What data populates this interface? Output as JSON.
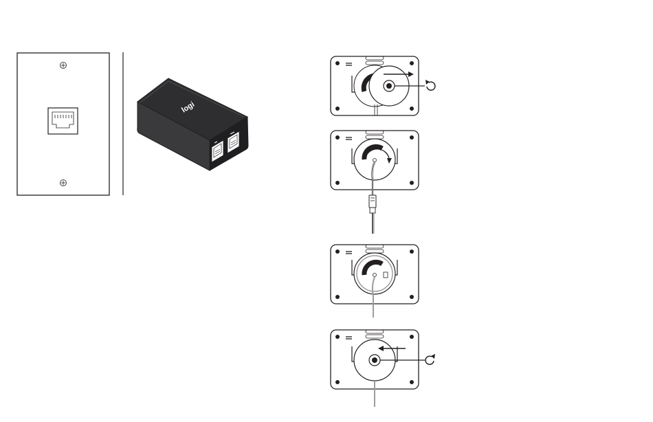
{
  "logo": {
    "text": "logi"
  },
  "colors": {
    "ink": "#231f20",
    "device_body": "#3a3a3c",
    "device_top": "#2e2e30",
    "device_side": "#1f1f21",
    "cable_gray": "#9c9c9c",
    "plate_fill": "#ffffff"
  },
  "icons": {
    "wall_plate": "ethernet-wall-plate-icon",
    "poe_injector": "poe-injector-box-icon",
    "rotate_ccw": "rotate-counterclockwise-icon",
    "rotate_cw": "rotate-clockwise-icon",
    "arrow_right": "slide-right-arrow-icon",
    "arrow_left": "slide-left-arrow-icon"
  },
  "steps": [
    {
      "name": "step-1-remove-puck",
      "rotation": "counterclockwise",
      "slide": "right"
    },
    {
      "name": "step-2-route-cable",
      "rotation": "none",
      "slide": "none"
    },
    {
      "name": "step-3-cable-secured",
      "rotation": "none",
      "slide": "none"
    },
    {
      "name": "step-4-reattach-puck",
      "rotation": "clockwise",
      "slide": "left"
    }
  ]
}
